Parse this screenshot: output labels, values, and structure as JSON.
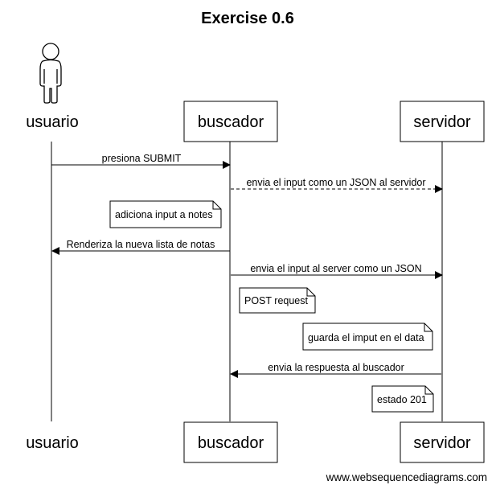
{
  "title": "Exercise 0.6",
  "footer": "www.websequencediagrams.com",
  "participants": {
    "usuario": {
      "label": "usuario",
      "kind": "actor"
    },
    "buscador": {
      "label": "buscador",
      "kind": "box"
    },
    "servidor": {
      "label": "servidor",
      "kind": "box"
    }
  },
  "messages": [
    {
      "text": "presiona SUBMIT",
      "from": "usuario",
      "to": "buscador",
      "style": "solid"
    },
    {
      "text": "envia el input como un JSON al servidor",
      "from": "buscador",
      "to": "servidor",
      "style": "dashed"
    },
    {
      "text": "Renderiza la nueva lista de notas",
      "from": "buscador",
      "to": "usuario",
      "style": "solid"
    },
    {
      "text": "envia el input al server como un JSON",
      "from": "buscador",
      "to": "servidor",
      "style": "solid"
    },
    {
      "text": "envia la respuesta al buscador",
      "from": "servidor",
      "to": "buscador",
      "style": "solid"
    }
  ],
  "notes": [
    {
      "text": "adiciona input a notes",
      "of": "buscador"
    },
    {
      "text": "POST request",
      "of": "buscador"
    },
    {
      "text": "guarda el imput en el data",
      "of": "servidor"
    },
    {
      "text": "estado 201",
      "of": "servidor"
    }
  ]
}
